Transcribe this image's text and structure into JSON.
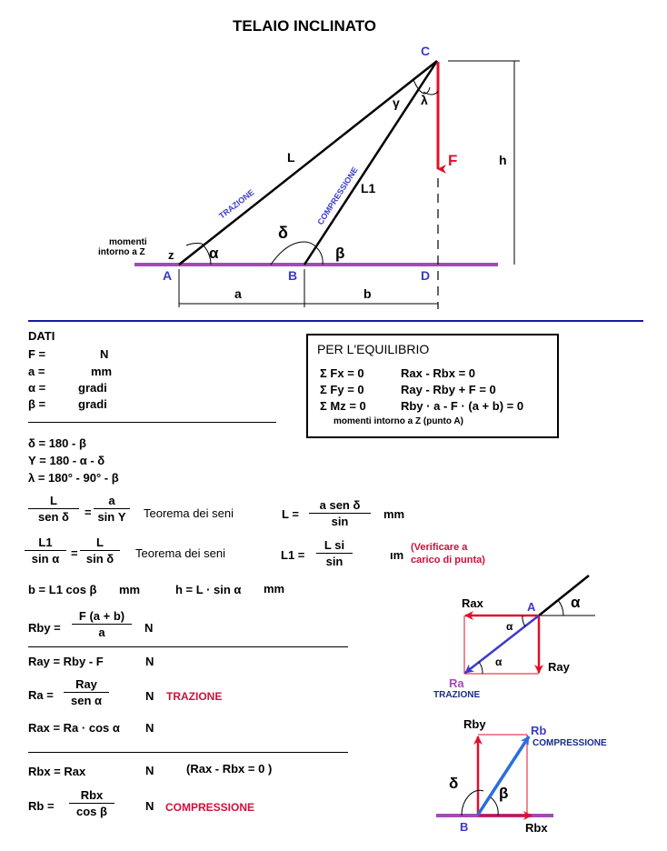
{
  "title": "TELAIO  INCLINATO",
  "diagram": {
    "points": {
      "A": "A",
      "B": "B",
      "C": "C",
      "D": "D",
      "z": "z"
    },
    "labels": {
      "L": "L",
      "L1": "L1",
      "F": "F",
      "h": "h",
      "a": "a",
      "b": "b",
      "alpha": "α",
      "beta": "β",
      "gamma": "γ",
      "lambda": "λ",
      "delta": "δ",
      "trazione": "TRAZIONE",
      "compressione": "COMPRESSIONE",
      "moment_note_1": "momenti",
      "moment_note_2": "intorno a Z"
    },
    "colors": {
      "force": "#e0102a",
      "ground": "#a24bb5",
      "points": "#3b3bc8",
      "divider": "#1a1aa0"
    }
  },
  "dati": {
    "title": "DATI",
    "rows": [
      {
        "sym": "F =",
        "unit": "N"
      },
      {
        "sym": "a =",
        "unit": "mm"
      },
      {
        "sym": "α =",
        "unit": "gradi"
      },
      {
        "sym": "β =",
        "unit": "gradi"
      }
    ]
  },
  "equilibrio": {
    "title": "PER  L'EQUILIBRIO",
    "rows": [
      {
        "lhs": "Σ Fx = 0",
        "rhs": "Rax - Rbx = 0"
      },
      {
        "lhs": "Σ Fy = 0",
        "rhs": "Ray - Rby + F = 0"
      },
      {
        "lhs": "Σ Mz = 0",
        "rhs": "Rby · a - F · (a + b) = 0"
      }
    ],
    "note": "momenti  intorno a Z  (punto A)"
  },
  "angles": {
    "delta": "δ = 180 - β",
    "gamma": "Υ = 180 - α - δ",
    "lambda": "λ = 180° - 90° - β"
  },
  "sine1": {
    "num1": "L",
    "den1": "sen δ",
    "eq": "=",
    "num2": "a",
    "den2": "sin Υ",
    "theorem": "Teorema dei seni",
    "res_lhs": "L =",
    "res_num": "a   sen δ",
    "res_den": "sin ",
    "unit": "mm"
  },
  "sine2": {
    "num1": "L1",
    "den1": "sin α",
    "eq": "=",
    "num2": "L",
    "den2": "sin δ",
    "theorem": "Teorema dei seni",
    "res_lhs": "L1 =",
    "res_num": "L  si",
    "res_den": "sin",
    "unit": "ım",
    "note1": "(Verificare a",
    "note2": "carico di punta)"
  },
  "bh": {
    "b": "b = L1  cos β",
    "b_unit": "mm",
    "h": "h = L ·  sin α",
    "h_unit": "mm"
  },
  "rby": {
    "lhs": "Rby =",
    "num": "F (a + b)",
    "den": "a",
    "unit": "N"
  },
  "ray": {
    "lhs": "Ray = Rby - F",
    "unit": "N"
  },
  "ra": {
    "lhs": "Ra =",
    "num": "Ray",
    "den": "sen α",
    "unit": "N",
    "tag": "TRAZIONE"
  },
  "rax": {
    "lhs": "Rax = Ra · cos α",
    "unit": "N"
  },
  "rbx": {
    "lhs": "Rbx = Rax",
    "unit": "N",
    "note": "(Rax - Rbx = 0 )"
  },
  "rb": {
    "lhs": "Rb  =",
    "num": "Rbx",
    "den": "cos β",
    "unit": "N",
    "tag": "COMPRESSIONE"
  },
  "vecA": {
    "rax": "Rax",
    "ray": "Ray",
    "ra": "Ra",
    "point": "A",
    "alpha": "α",
    "tag": "TRAZIONE"
  },
  "vecB": {
    "rby": "Rby",
    "rbx": "Rbx",
    "rb": "Rb",
    "point": "B",
    "delta": "δ",
    "beta": "β",
    "tag": "COMPRESSIONE"
  }
}
